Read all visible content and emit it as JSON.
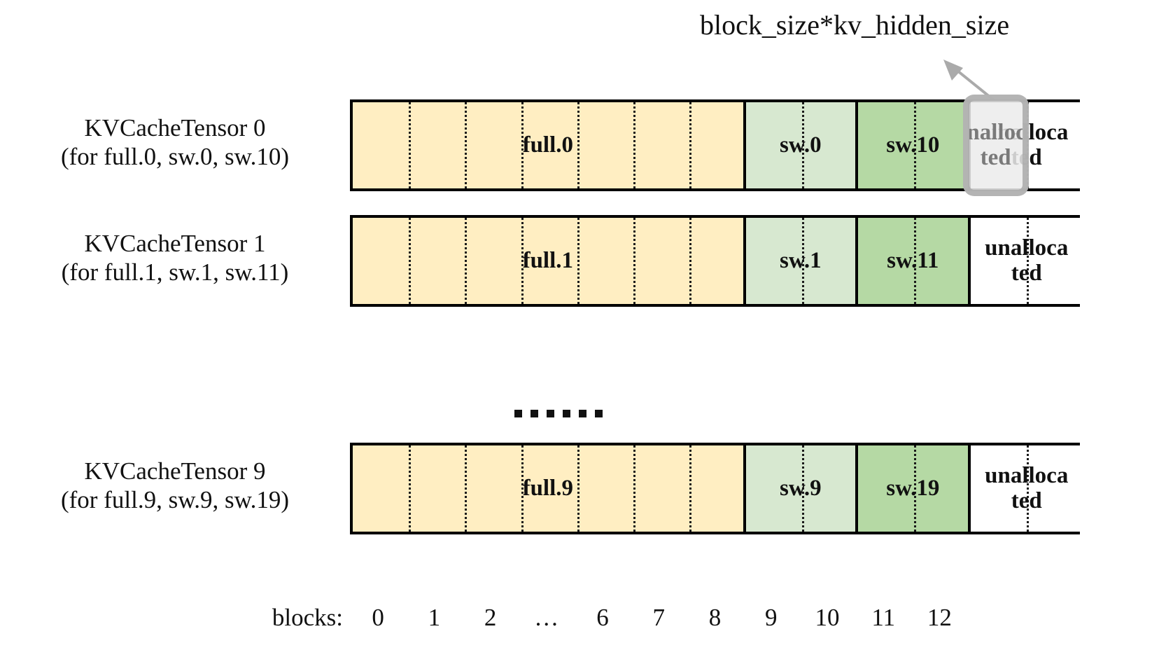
{
  "callout": {
    "text": "block_size*kv_hidden_size",
    "arrow_color": "#aaaaaa"
  },
  "colors": {
    "full_fill": "#ffeec2",
    "sw_light_fill": "#d7e8d0",
    "sw_dark_fill": "#b5d9a4",
    "unallocated_fill": "#ffffff",
    "border": "#000000",
    "highlight_stroke": "#aaaaaa",
    "highlight_fill": "#ebebeb",
    "highlight_text": "#7a7a7a"
  },
  "rows": [
    {
      "label_line1": "KVCacheTensor 0",
      "label_line2": "(for full.0, sw.0, sw.10)",
      "segments": [
        {
          "text": "full.0",
          "kind": "full",
          "blocks": 7
        },
        {
          "text": "sw.0",
          "kind": "sw-light",
          "blocks": 2
        },
        {
          "text": "sw.10",
          "kind": "sw-dark",
          "blocks": 2
        },
        {
          "text": "unalloca\nted",
          "kind": "unalloc",
          "blocks": 2
        }
      ],
      "highlighted": true,
      "highlight_text": "unalloca\nted"
    },
    {
      "label_line1": "KVCacheTensor 1",
      "label_line2": "(for full.1, sw.1, sw.11)",
      "segments": [
        {
          "text": "full.1",
          "kind": "full",
          "blocks": 7
        },
        {
          "text": "sw.1",
          "kind": "sw-light",
          "blocks": 2
        },
        {
          "text": "sw.11",
          "kind": "sw-dark",
          "blocks": 2
        },
        {
          "text": "unalloca\nted",
          "kind": "unalloc",
          "blocks": 2
        }
      ],
      "highlighted": false
    },
    {
      "label_line1": "KVCacheTensor 9",
      "label_line2": "(for full.9, sw.9, sw.19)",
      "segments": [
        {
          "text": "full.9",
          "kind": "full",
          "blocks": 7
        },
        {
          "text": "sw.9",
          "kind": "sw-light",
          "blocks": 2
        },
        {
          "text": "sw.19",
          "kind": "sw-dark",
          "blocks": 2
        },
        {
          "text": "unalloca\nted",
          "kind": "unalloc",
          "blocks": 2
        }
      ],
      "highlighted": false
    }
  ],
  "separator": {
    "dot_count": 6
  },
  "axis": {
    "title": "blocks:",
    "ticks": [
      "0",
      "1",
      "2",
      "…",
      "6",
      "7",
      "8",
      "9",
      "10",
      "11",
      "12"
    ]
  }
}
